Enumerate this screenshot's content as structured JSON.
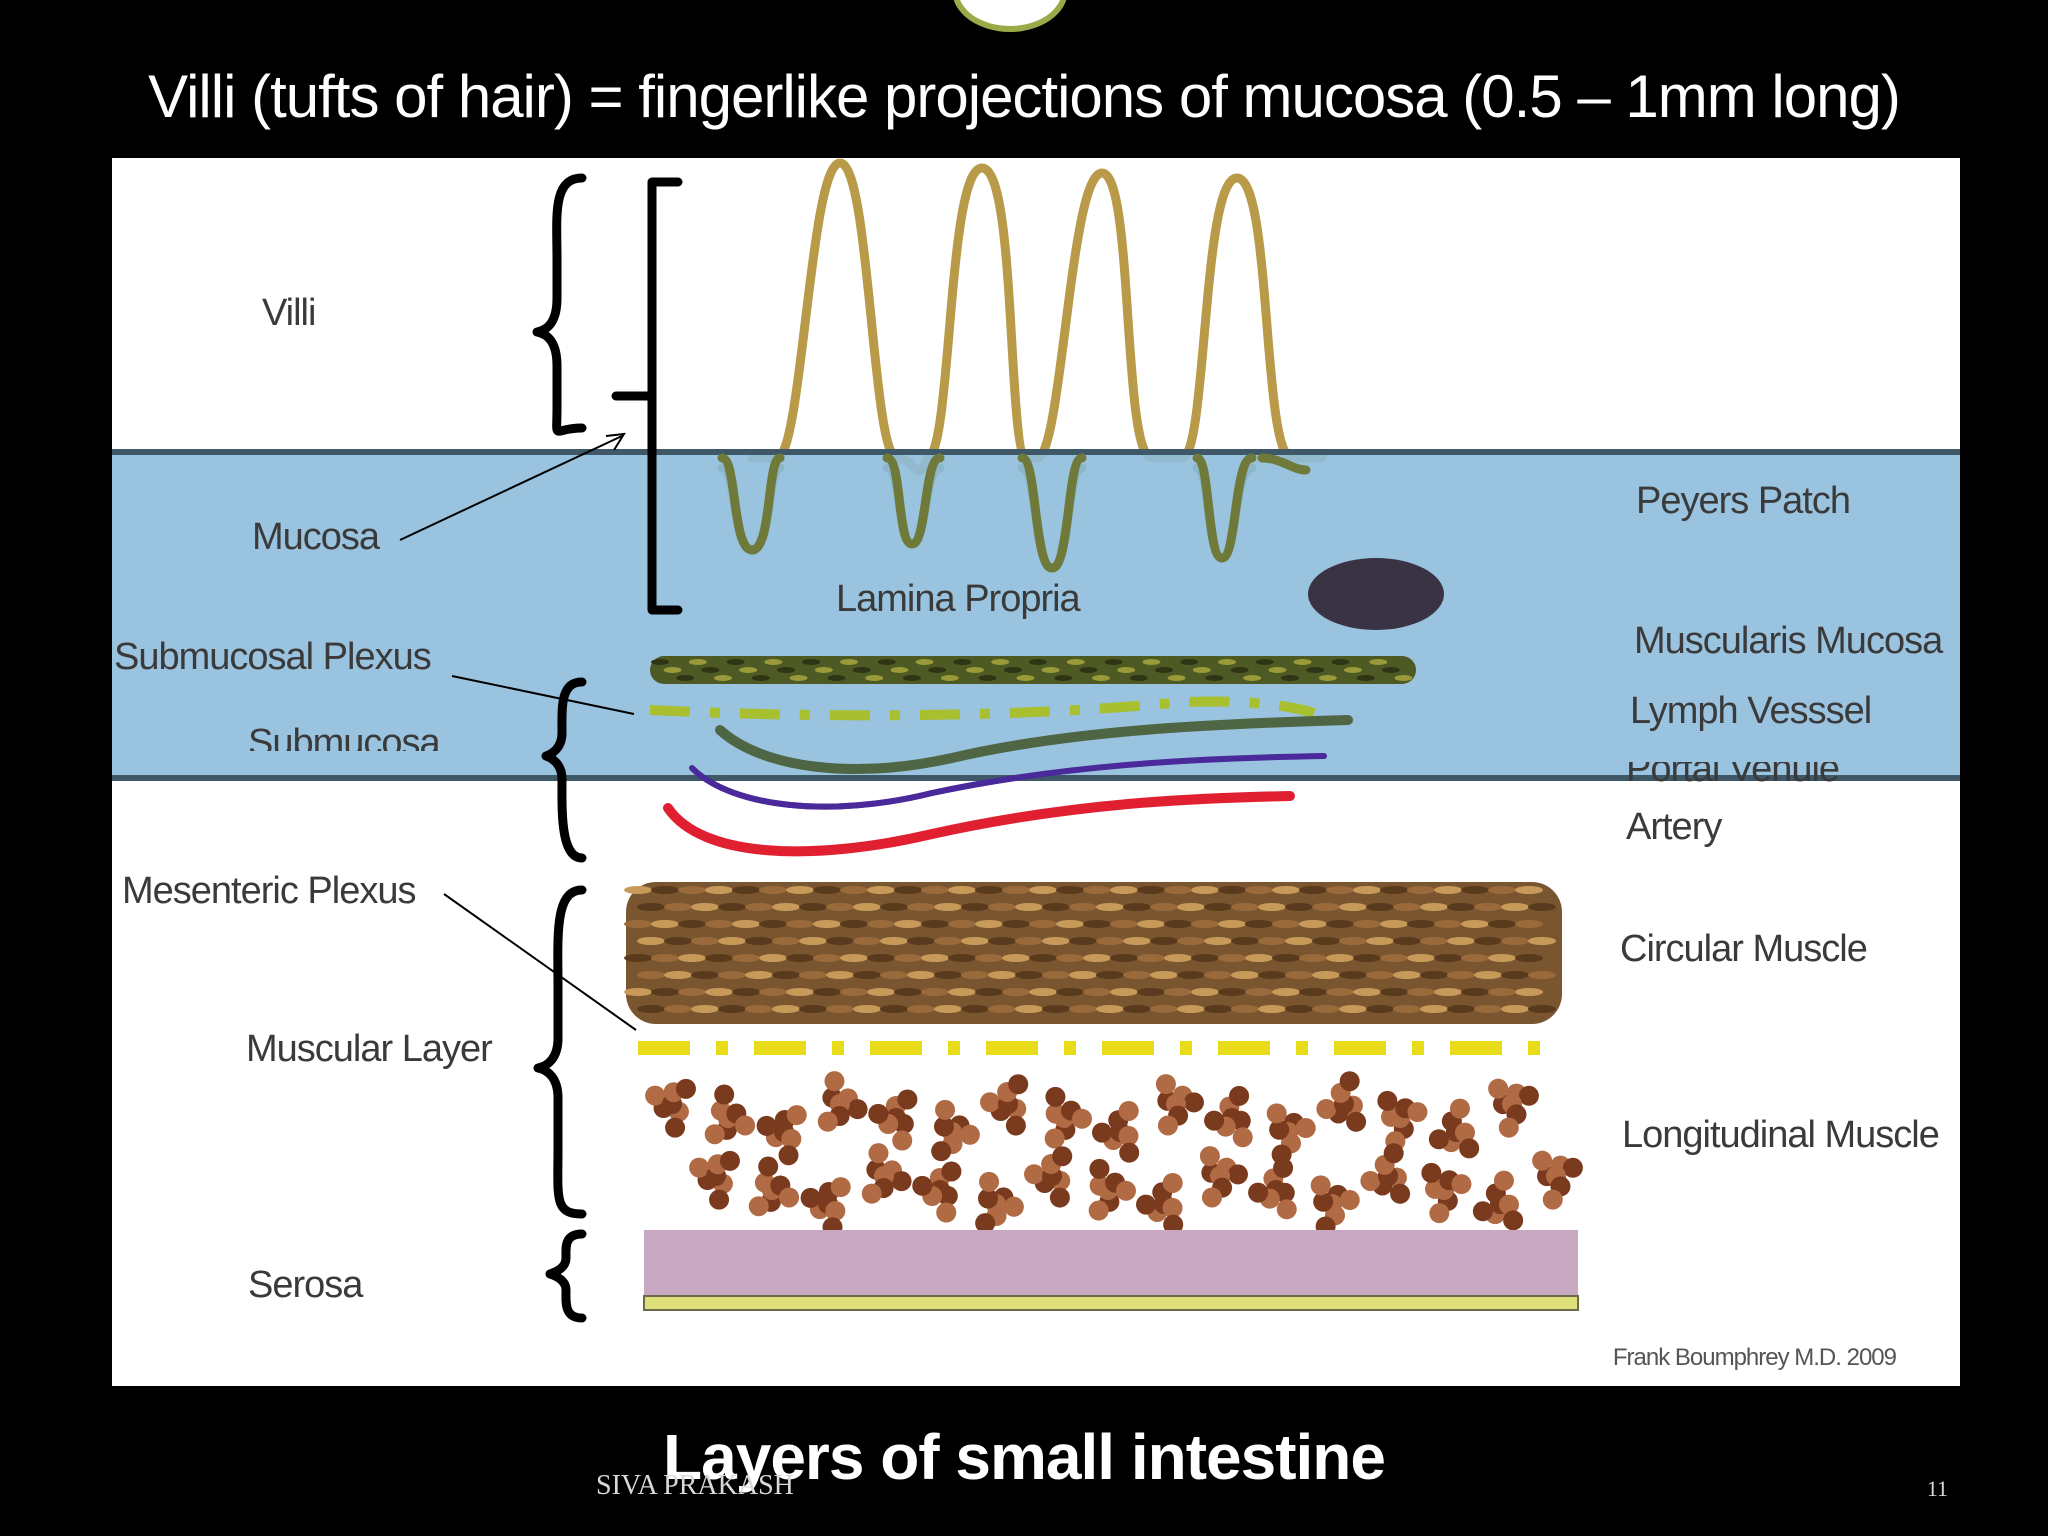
{
  "slide": {
    "title": "Villi (tufts of hair) = fingerlike projections of mucosa (0.5 – 1mm long)",
    "caption": "Layers of small intestine",
    "author": "SIVA PRAKASH",
    "page_number": "11"
  },
  "diagram": {
    "left_labels": {
      "villi": "Villi",
      "mucosa": "Mucosa",
      "submucosal_plexus": "Submucosal Plexus",
      "submucosa": "Submucosa",
      "mesenteric_plexus": "Mesenteric Plexus",
      "muscular_layer": "Muscular Layer",
      "serosa": "Serosa"
    },
    "center_labels": {
      "lamina_propria": "Lamina Propria"
    },
    "right_labels": {
      "peyers_patch": "Peyers Patch",
      "muscularis_mucosa": "Muscularis Mucosa",
      "lymph_vessel": "Lymph Vesssel",
      "portal_venule": "Portal Venule",
      "artery": "Artery",
      "circular_muscle": "Circular Muscle",
      "longitudinal_muscle": "Longitudinal Muscle"
    },
    "credit": "Frank Boumphrey M.D. 2009",
    "colors": {
      "highlight_band": "#8fbcdc",
      "highlight_border": "#3e5868",
      "villi_outline": "#b89a48",
      "crypt_outline": "#6f7a3a",
      "peyers_patch": "#3a3344",
      "muscularis": "#4e5a24",
      "submucosal_plexus": "#a8c030",
      "lymph_vessel": "#4e6644",
      "portal_venule": "#4a2a9a",
      "artery": "#e02030",
      "circular_muscle": "#7a5630",
      "mesenteric_plexus": "#e8dc18",
      "longitudinal_muscle": "#b06a44",
      "serosa": "#c8a8c0",
      "serosa_edge": "#e0e07a"
    }
  }
}
